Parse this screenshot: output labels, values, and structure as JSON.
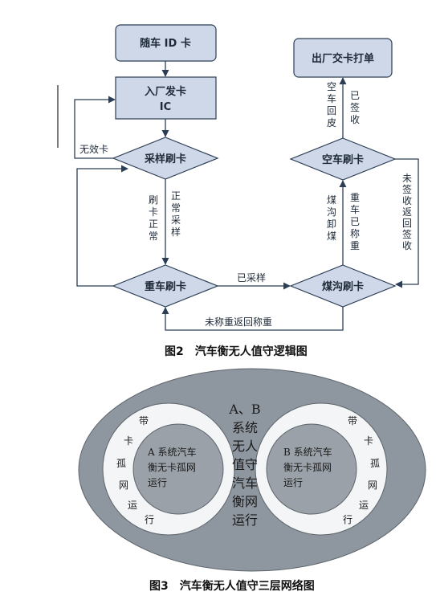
{
  "colors": {
    "box_fill": "#cfd8e8",
    "box_stroke": "#2c3e55",
    "line": "#2c3e55",
    "outer_ellipse": "#8e969f",
    "ring": "#f4f5f6",
    "inner_circle": "#9aa1a8"
  },
  "fig2": {
    "caption": "图2　汽车衡无人值守逻辑图",
    "nodes": {
      "id_card": "随车 ID 卡",
      "issue_card_l1": "入厂发卡",
      "issue_card_l2": "IC",
      "sample_swipe": "采样刷卡",
      "heavy_swipe": "重车刷卡",
      "trench_swipe": "煤沟刷卡",
      "empty_swipe": "空车刷卡",
      "exit_card": "出厂交卡打单"
    },
    "edges": {
      "invalid_card": "无效卡",
      "swipe_normal": [
        "刷",
        "卡",
        "正",
        "常"
      ],
      "normal_sample": [
        "正",
        "常",
        "采",
        "样"
      ],
      "sampled": "已采样",
      "not_weighed_return": "未称重返回称重",
      "trench_unload": [
        "煤",
        "沟",
        "卸",
        "煤"
      ],
      "heavy_weighed": [
        "重",
        "车",
        "已",
        "称",
        "重"
      ],
      "not_signed_return": [
        "未",
        "签",
        "收",
        "返",
        "回",
        "签",
        "收"
      ],
      "empty_return": [
        "空",
        "车",
        "回",
        "皮"
      ],
      "signed": [
        "已",
        "签",
        "收"
      ]
    }
  },
  "fig3": {
    "caption": "图3　汽车衡无人值守三层网络图",
    "center_text": [
      "A、B",
      "系统",
      "无人",
      "值守",
      "汽车",
      "衡网",
      "运行"
    ],
    "left_ring_text": [
      "带",
      "卡",
      "孤",
      "网",
      "运",
      "行"
    ],
    "right_ring_text": [
      "带",
      "卡",
      "孤",
      "网",
      "运",
      "行"
    ],
    "left_inner": [
      "A 系统汽车",
      "衡无卡孤网",
      "运行"
    ],
    "right_inner": [
      "B 系统汽车",
      "衡无卡孤网",
      "运行"
    ]
  }
}
